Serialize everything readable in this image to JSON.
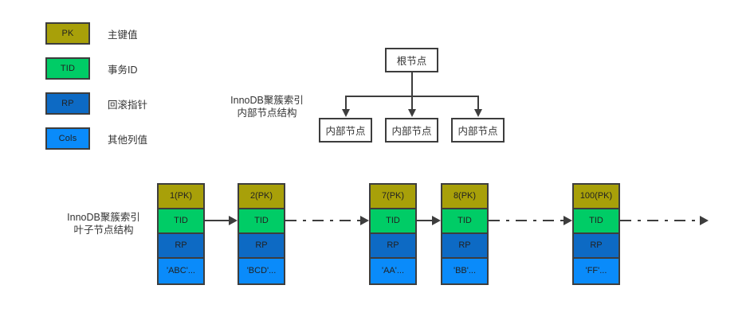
{
  "legend": {
    "items": [
      {
        "code": "PK",
        "label": "主键值",
        "color": "#a8a009"
      },
      {
        "code": "TID",
        "label": "事务ID",
        "color": "#00cc66"
      },
      {
        "code": "RP",
        "label": "回滚指针",
        "color": "#0d6ac4"
      },
      {
        "code": "Cols",
        "label": "其他列值",
        "color": "#0a8bfa"
      }
    ]
  },
  "internal_tree": {
    "caption_line1": "InnoDB聚簇索引",
    "caption_line2": "内部节点结构",
    "root_label": "根节点",
    "child_labels": [
      "内部节点",
      "内部节点",
      "内部节点"
    ]
  },
  "leaf_row": {
    "caption_line1": "InnoDB聚簇索引",
    "caption_line2": "叶子节点结构",
    "nodes": [
      {
        "pk": "1(PK)",
        "tid": "TID",
        "rp": "RP",
        "cols": "'ABC'..."
      },
      {
        "pk": "2(PK)",
        "tid": "TID",
        "rp": "RP",
        "cols": "'BCD'..."
      },
      {
        "pk": "7(PK)",
        "tid": "TID",
        "rp": "RP",
        "cols": "'AA'..."
      },
      {
        "pk": "8(PK)",
        "tid": "TID",
        "rp": "RP",
        "cols": "'BB'..."
      },
      {
        "pk": "100(PK)",
        "tid": "TID",
        "rp": "RP",
        "cols": "'FF'..."
      }
    ],
    "connectors": [
      "solid",
      "dashdot",
      "solid",
      "dashdot",
      "dashdot"
    ]
  },
  "colors": {
    "pk": "#a8a009",
    "tid": "#00cc66",
    "rp": "#0d6ac4",
    "cols": "#0a8bfa",
    "stroke": "#3d3d3d",
    "background": "#ffffff"
  }
}
